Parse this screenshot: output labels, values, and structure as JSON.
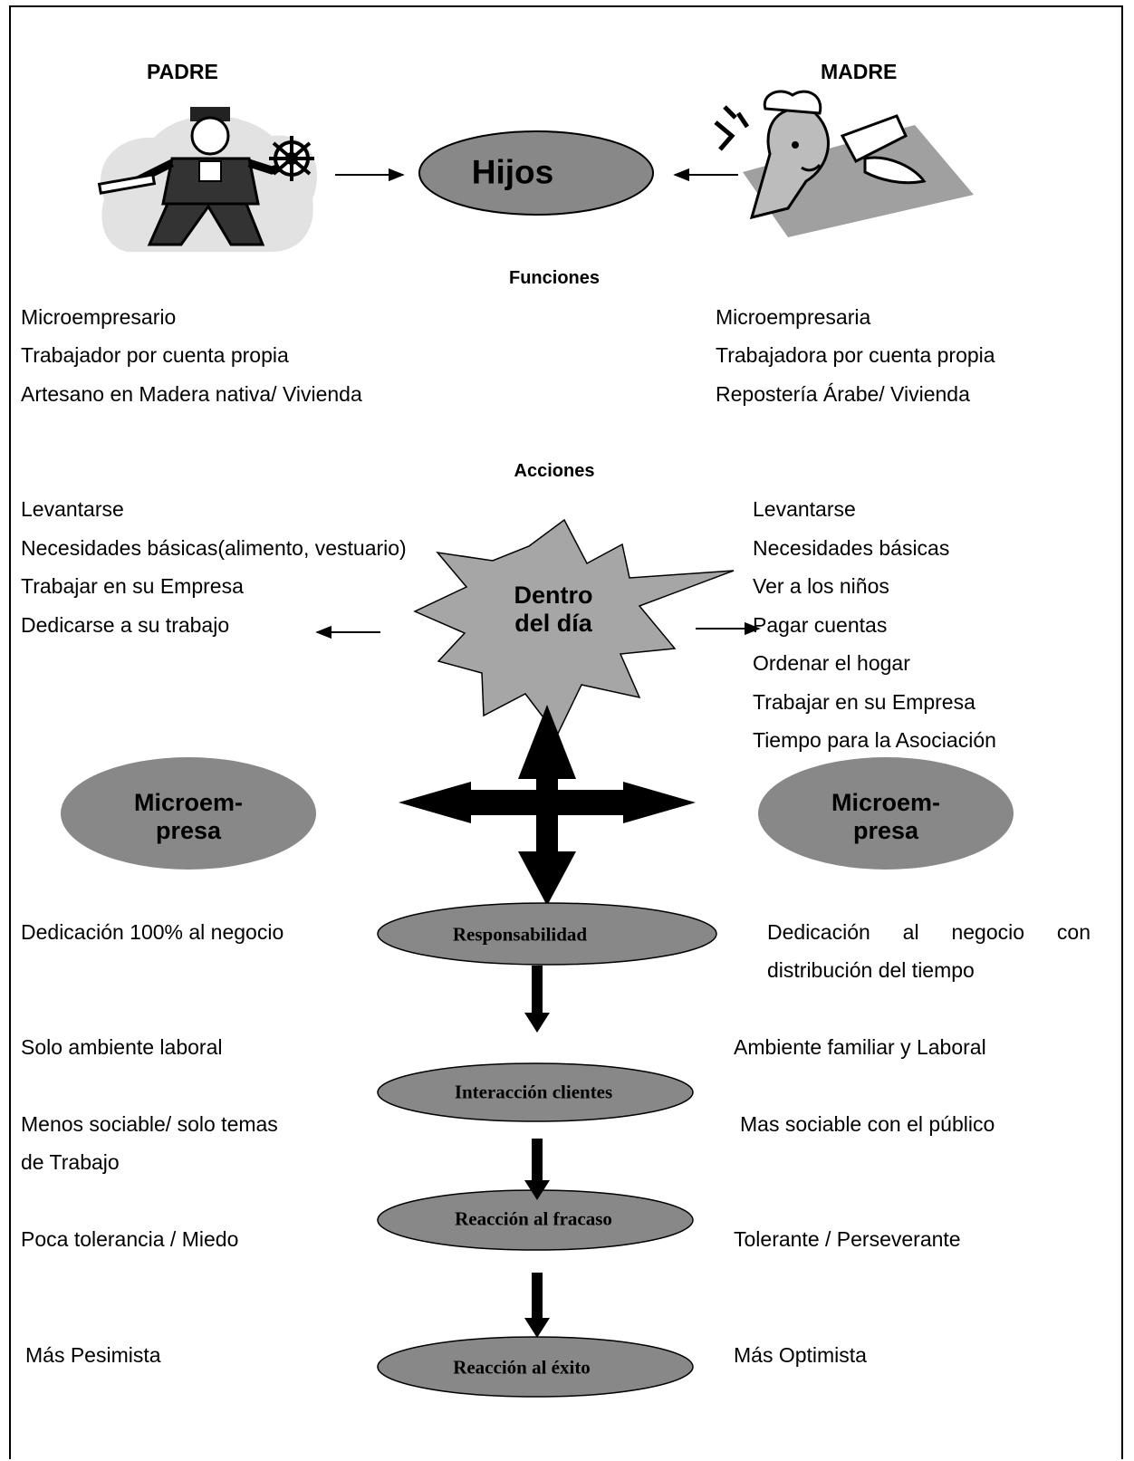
{
  "header": {
    "father": "PADRE",
    "mother": "MADRE",
    "center": "Hijos"
  },
  "funciones": {
    "title": "Funciones",
    "padre": [
      "Microempresario",
      "Trabajador por cuenta propia",
      "Artesano en Madera nativa/ Vivienda"
    ],
    "madre": [
      "Microempresaria",
      "Trabajadora por cuenta propia",
      "Repostería Árabe/ Vivienda"
    ]
  },
  "acciones": {
    "title": "Acciones",
    "center_line1": "Dentro",
    "center_line2": "del día",
    "padre": [
      "Levantarse",
      "Necesidades básicas(alimento, vestuario)",
      "Trabajar en su Empresa",
      "Dedicarse a su trabajo"
    ],
    "madre": [
      "Levantarse",
      "Necesidades básicas",
      "Ver a los niños",
      "Pagar cuentas",
      "Ordenar el hogar",
      "Trabajar en su Empresa",
      "Tiempo para la Asociación"
    ]
  },
  "microempresa": {
    "line1": "Microem-",
    "line2": "presa"
  },
  "comparisons": [
    {
      "label": "Responsabilidad",
      "padre": "Dedicación 100% al negocio",
      "madre_words": [
        "Dedicación",
        "al",
        "negocio",
        "con"
      ],
      "madre_line2": "distribución del  tiempo"
    },
    {
      "label": "Interacción clientes",
      "padre_above": "Solo ambiente laboral",
      "madre_above": "Ambiente familiar y Laboral",
      "padre": "Menos sociable/ solo temas",
      "padre_line2": "de Trabajo",
      "madre": "Mas sociable con el público"
    },
    {
      "label": "Reacción al fracaso",
      "padre": "Poca tolerancia  / Miedo",
      "madre": "Tolerante / Perseverante"
    },
    {
      "label": "Reacción al éxito",
      "padre": "Más Pesimista",
      "madre": "Más Optimista"
    }
  ],
  "colors": {
    "ellipse_fill": "#888888",
    "star_fill": "#a6a6a6",
    "ink": "#000000"
  },
  "illustrations": {
    "father": "mechanic-clipart",
    "mother": "chef-clipart"
  }
}
